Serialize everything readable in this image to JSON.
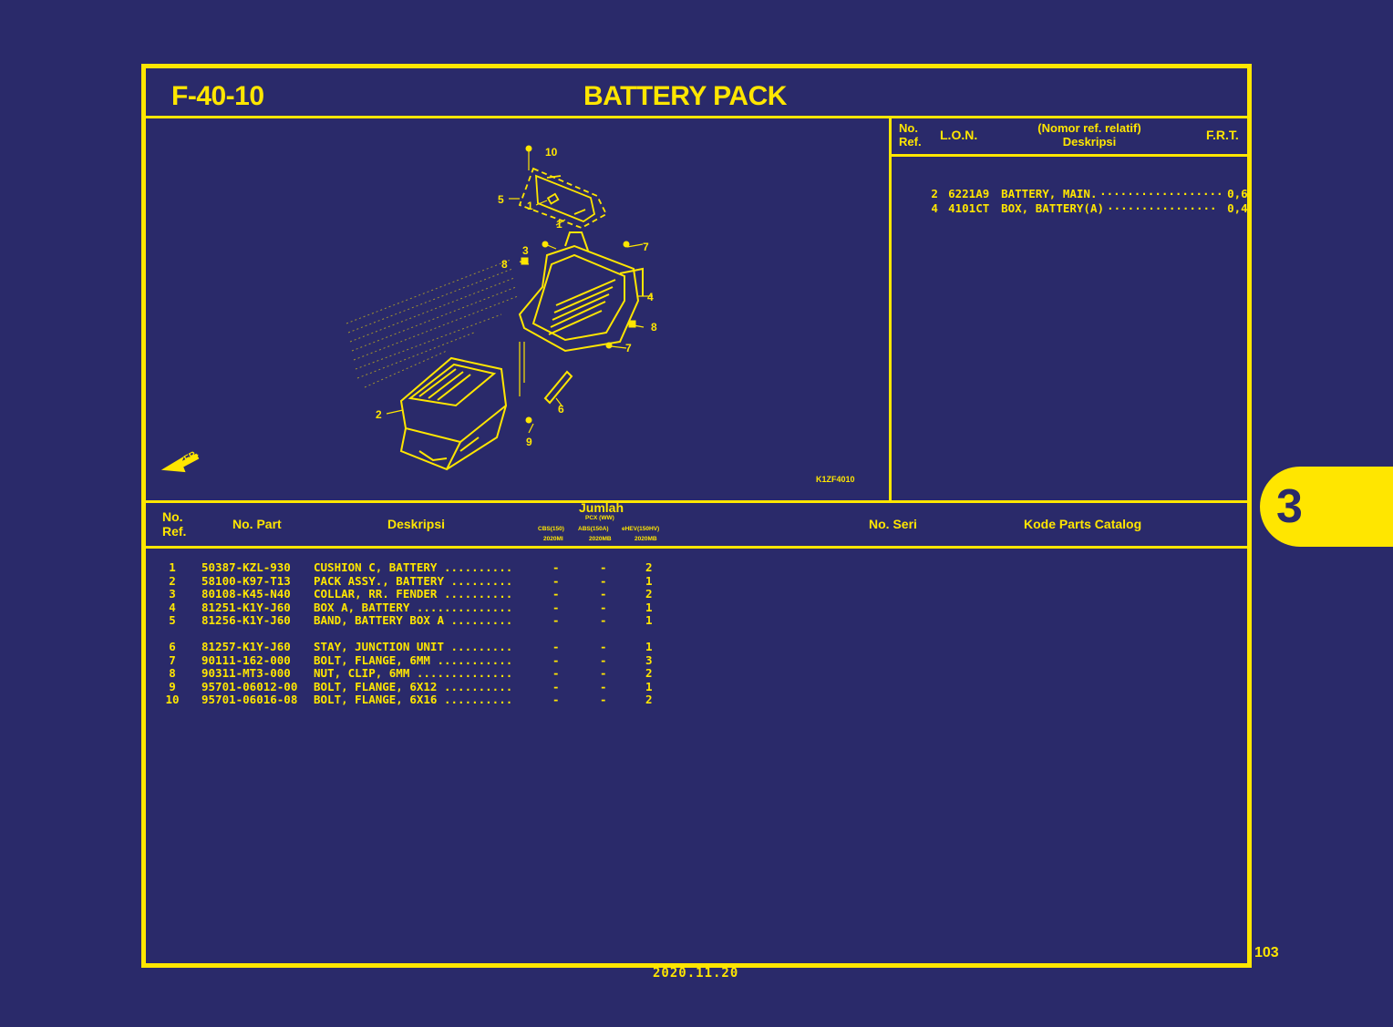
{
  "header": {
    "figure_code": "F-40-10",
    "title": "BATTERY PACK"
  },
  "drawing_code": "K1ZF4010",
  "front_label": "FR.",
  "diagram_callouts": [
    "10",
    "5",
    "1",
    "1",
    "3",
    "7",
    "8",
    "4",
    "8",
    "7",
    "6",
    "2",
    "9"
  ],
  "frt_table": {
    "col_ref_line1": "No.",
    "col_ref_line2": "Ref.",
    "col_lon": "L.O.N.",
    "col_desc_line1": "(Nomor ref. relatif)",
    "col_desc_line2": "Deskripsi",
    "col_frt": "F.R.T.",
    "rows": [
      {
        "ref": "2",
        "lon": "6221A9",
        "desc": "BATTERY, MAIN.",
        "dots": "..................",
        "frt": "0,6"
      },
      {
        "ref": "4",
        "lon": "4101CT",
        "desc": "BOX, BATTERY(A)",
        "dots": "................",
        "frt": "0,4"
      }
    ]
  },
  "parts_header": {
    "ref_line1": "No.",
    "ref_line2": "Ref.",
    "part_no": "No. Part",
    "desc": "Deskripsi",
    "qty": "Jumlah",
    "qty_sub": "PCX (WW)",
    "variant1": "CBS(150)",
    "variant2": "ABS(150A)",
    "variant3": "eHEV(150HV)",
    "year1": "2020MI",
    "year2": "2020MB",
    "year3": "2020MB",
    "serial": "No. Seri",
    "catalog": "Kode Parts Catalog"
  },
  "parts": [
    {
      "ref": "1",
      "part": "50387-KZL-930",
      "desc": "CUSHION C, BATTERY ..........",
      "q1": "-",
      "q2": "-",
      "q3": "2"
    },
    {
      "ref": "2",
      "part": "58100-K97-T13",
      "desc": "PACK ASSY., BATTERY .........",
      "q1": "-",
      "q2": "-",
      "q3": "1"
    },
    {
      "ref": "3",
      "part": "80108-K45-N40",
      "desc": "COLLAR, RR. FENDER ..........",
      "q1": "-",
      "q2": "-",
      "q3": "2"
    },
    {
      "ref": "4",
      "part": "81251-K1Y-J60",
      "desc": "BOX A, BATTERY ..............",
      "q1": "-",
      "q2": "-",
      "q3": "1"
    },
    {
      "ref": "5",
      "part": "81256-K1Y-J60",
      "desc": "BAND, BATTERY BOX A .........",
      "q1": "-",
      "q2": "-",
      "q3": "1"
    },
    {
      "ref": "6",
      "part": "81257-K1Y-J60",
      "desc": "STAY, JUNCTION UNIT .........",
      "q1": "-",
      "q2": "-",
      "q3": "1"
    },
    {
      "ref": "7",
      "part": "90111-162-000",
      "desc": "BOLT, FLANGE, 6MM ...........",
      "q1": "-",
      "q2": "-",
      "q3": "3"
    },
    {
      "ref": "8",
      "part": "90311-MT3-000",
      "desc": "NUT, CLIP, 6MM ..............",
      "q1": "-",
      "q2": "-",
      "q3": "2"
    },
    {
      "ref": "9",
      "part": "95701-06012-00",
      "desc": "BOLT, FLANGE, 6X12 ..........",
      "q1": "-",
      "q2": "-",
      "q3": "1"
    },
    {
      "ref": "10",
      "part": "95701-06016-08",
      "desc": "BOLT, FLANGE, 6X16 ..........",
      "q1": "-",
      "q2": "-",
      "q3": "2"
    }
  ],
  "side_tab": "3",
  "page_number": "103",
  "footer_date": "2020.11.20",
  "colors": {
    "background": "#2a2a6a",
    "ink": "#ffe600"
  }
}
